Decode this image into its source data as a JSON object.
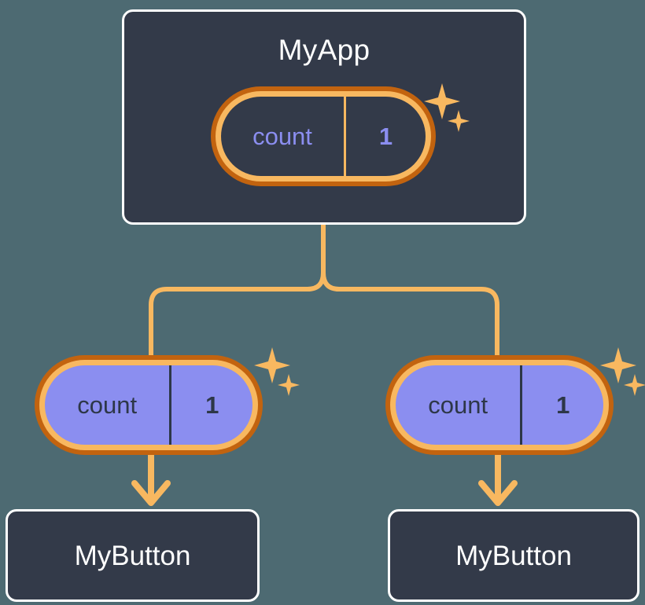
{
  "diagram": {
    "title_visible": false,
    "background_color": "#4d6a72",
    "accent_orange": "#f8b860",
    "accent_orange_dark": "#c2630f",
    "state_purple": "#8b8ef0",
    "panel_dark": "#333a49",
    "border_white": "#ffffff"
  },
  "root": {
    "name": "root-component",
    "label": "MyApp",
    "state": {
      "key": "count",
      "value": "1",
      "style": "dark",
      "sparkles": [
        "sparkle-large",
        "sparkle-small"
      ]
    }
  },
  "children": [
    {
      "name": "child-left",
      "state": {
        "key": "count",
        "value": "1",
        "style": "purple",
        "sparkles": [
          "sparkle-large",
          "sparkle-small"
        ]
      },
      "leaf": {
        "label": "MyButton"
      }
    },
    {
      "name": "child-right",
      "state": {
        "key": "count",
        "value": "1",
        "style": "purple",
        "sparkles": [
          "sparkle-large",
          "sparkle-small"
        ]
      },
      "leaf": {
        "label": "MyButton"
      }
    }
  ],
  "connectors": {
    "type": "tree",
    "color": "#f8b860",
    "stroke_width": 6,
    "arrows": [
      "arrow-down-left",
      "arrow-down-right"
    ]
  }
}
